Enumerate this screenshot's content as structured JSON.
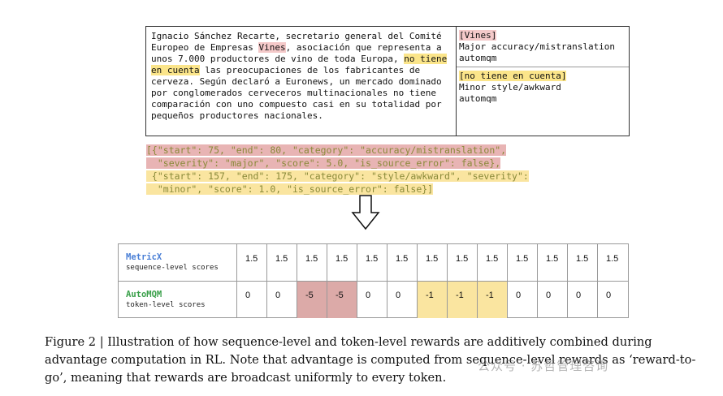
{
  "example": {
    "source_text": {
      "before_vines": "Ignacio Sánchez Recarte, secretario general del Comité Europeo de Empresas ",
      "vines": "Vines",
      "between": ", asociación que representa a unos 7.000 productores de vino de toda Europa, ",
      "no_tiene": "no tiene en cuenta",
      "after": " las preocupaciones de los fabricantes de cerveza. Según declaró a Euronews, un mercado dominado por conglomerados cerveceros multinacionales no tiene comparación con uno compuesto casi en su totalidad por pequeños productores nacionales."
    },
    "annotations": [
      {
        "span": "[Vines]",
        "description": "Major accuracy/mistranslation",
        "source": "automqm"
      },
      {
        "span": "[no tiene en cuenta]",
        "description": "Minor style/awkward",
        "source": "automqm"
      }
    ]
  },
  "json_lines": [
    "[{\"start\": 75, \"end\": 80, \"category\": \"accuracy/mistranslation\",",
    "  \"severity\": \"major\", \"score\": 5.0, \"is_source_error\": false},",
    " {\"start\": 157, \"end\": 175, \"category\": \"style/awkward\", \"severity\":",
    "  \"minor\", \"score\": 1.0, \"is_source_error\": false}]"
  ],
  "scores": {
    "metricx": {
      "name": "MetricX",
      "sub": "sequence-level scores",
      "values": [
        "1.5",
        "1.5",
        "1.5",
        "1.5",
        "1.5",
        "1.5",
        "1.5",
        "1.5",
        "1.5",
        "1.5",
        "1.5",
        "1.5",
        "1.5"
      ]
    },
    "automqm": {
      "name": "AutoMQM",
      "sub": "token-level scores",
      "values": [
        "0",
        "0",
        "-5",
        "-5",
        "0",
        "0",
        "-1",
        "-1",
        "-1",
        "0",
        "0",
        "0",
        "0"
      ]
    },
    "colors": {
      "major": "#dcaaa8",
      "minor": "#fae5a0"
    }
  },
  "caption": "Figure 2 | Illustration of how sequence-level and token-level rewards are additively combined during advantage computation in RL. Note that advantage is computed from sequence-level rewards as ‘reward-to-go’, meaning that rewards are broadcast uniformly to every token.",
  "watermark": "公众号 · 苏哲管理咨询"
}
